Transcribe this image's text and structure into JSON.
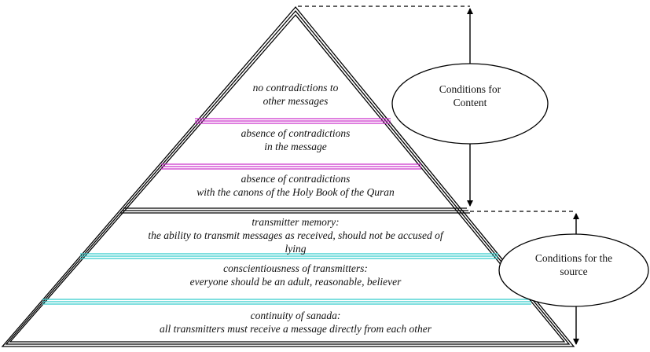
{
  "pyramid": {
    "content_levels": [
      {
        "lines": [
          "no contradictions to",
          "other messages"
        ]
      },
      {
        "lines": [
          "absence of contradictions",
          "in the message"
        ]
      },
      {
        "lines": [
          "absence of contradictions",
          "with the canons of the Holy Book of the Quran"
        ]
      }
    ],
    "source_levels": [
      {
        "lines": [
          "transmitter memory:",
          "the ability to transmit messages as received, should not be accused of",
          "lying"
        ]
      },
      {
        "lines": [
          "conscientiousness of transmitters:",
          "everyone should be an adult, reasonable, believer"
        ]
      },
      {
        "lines": [
          "continuity of sanada:",
          "all transmitters must receive a message directly from each other"
        ]
      }
    ]
  },
  "groups": {
    "content": {
      "lines": [
        "Conditions for",
        "Content"
      ]
    },
    "source": {
      "lines": [
        "Conditions for the",
        "source"
      ]
    }
  },
  "colors": {
    "outline": "#000000",
    "content_divider": "#cc33cc",
    "source_divider": "#33cccc"
  }
}
